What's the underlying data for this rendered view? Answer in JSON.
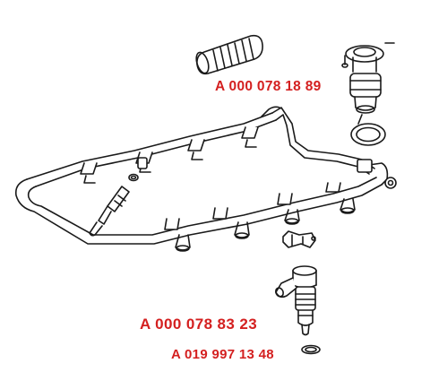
{
  "diagram": {
    "parts": [
      {
        "id": "fuel-filter-sleeve",
        "name": "fuel-filter-sleeve"
      },
      {
        "id": "pressure-regulator",
        "name": "pressure-regulator"
      },
      {
        "id": "regulator-o-ring",
        "name": "regulator-o-ring"
      },
      {
        "id": "fuel-rail",
        "name": "fuel-rail"
      },
      {
        "id": "fuel-injector",
        "name": "fuel-injector"
      },
      {
        "id": "injector-clip",
        "name": "injector-clip"
      },
      {
        "id": "injector-seal-ring",
        "name": "injector-seal-ring"
      }
    ]
  },
  "labels": {
    "pressure_regulator": "A 000 078 18 89",
    "injector": "A 000 078 83 23",
    "seal_ring": "A 019 997 13 48"
  },
  "colors": {
    "line_art": "#1a1a1a",
    "label_red": "#d42020",
    "background": "#ffffff"
  }
}
